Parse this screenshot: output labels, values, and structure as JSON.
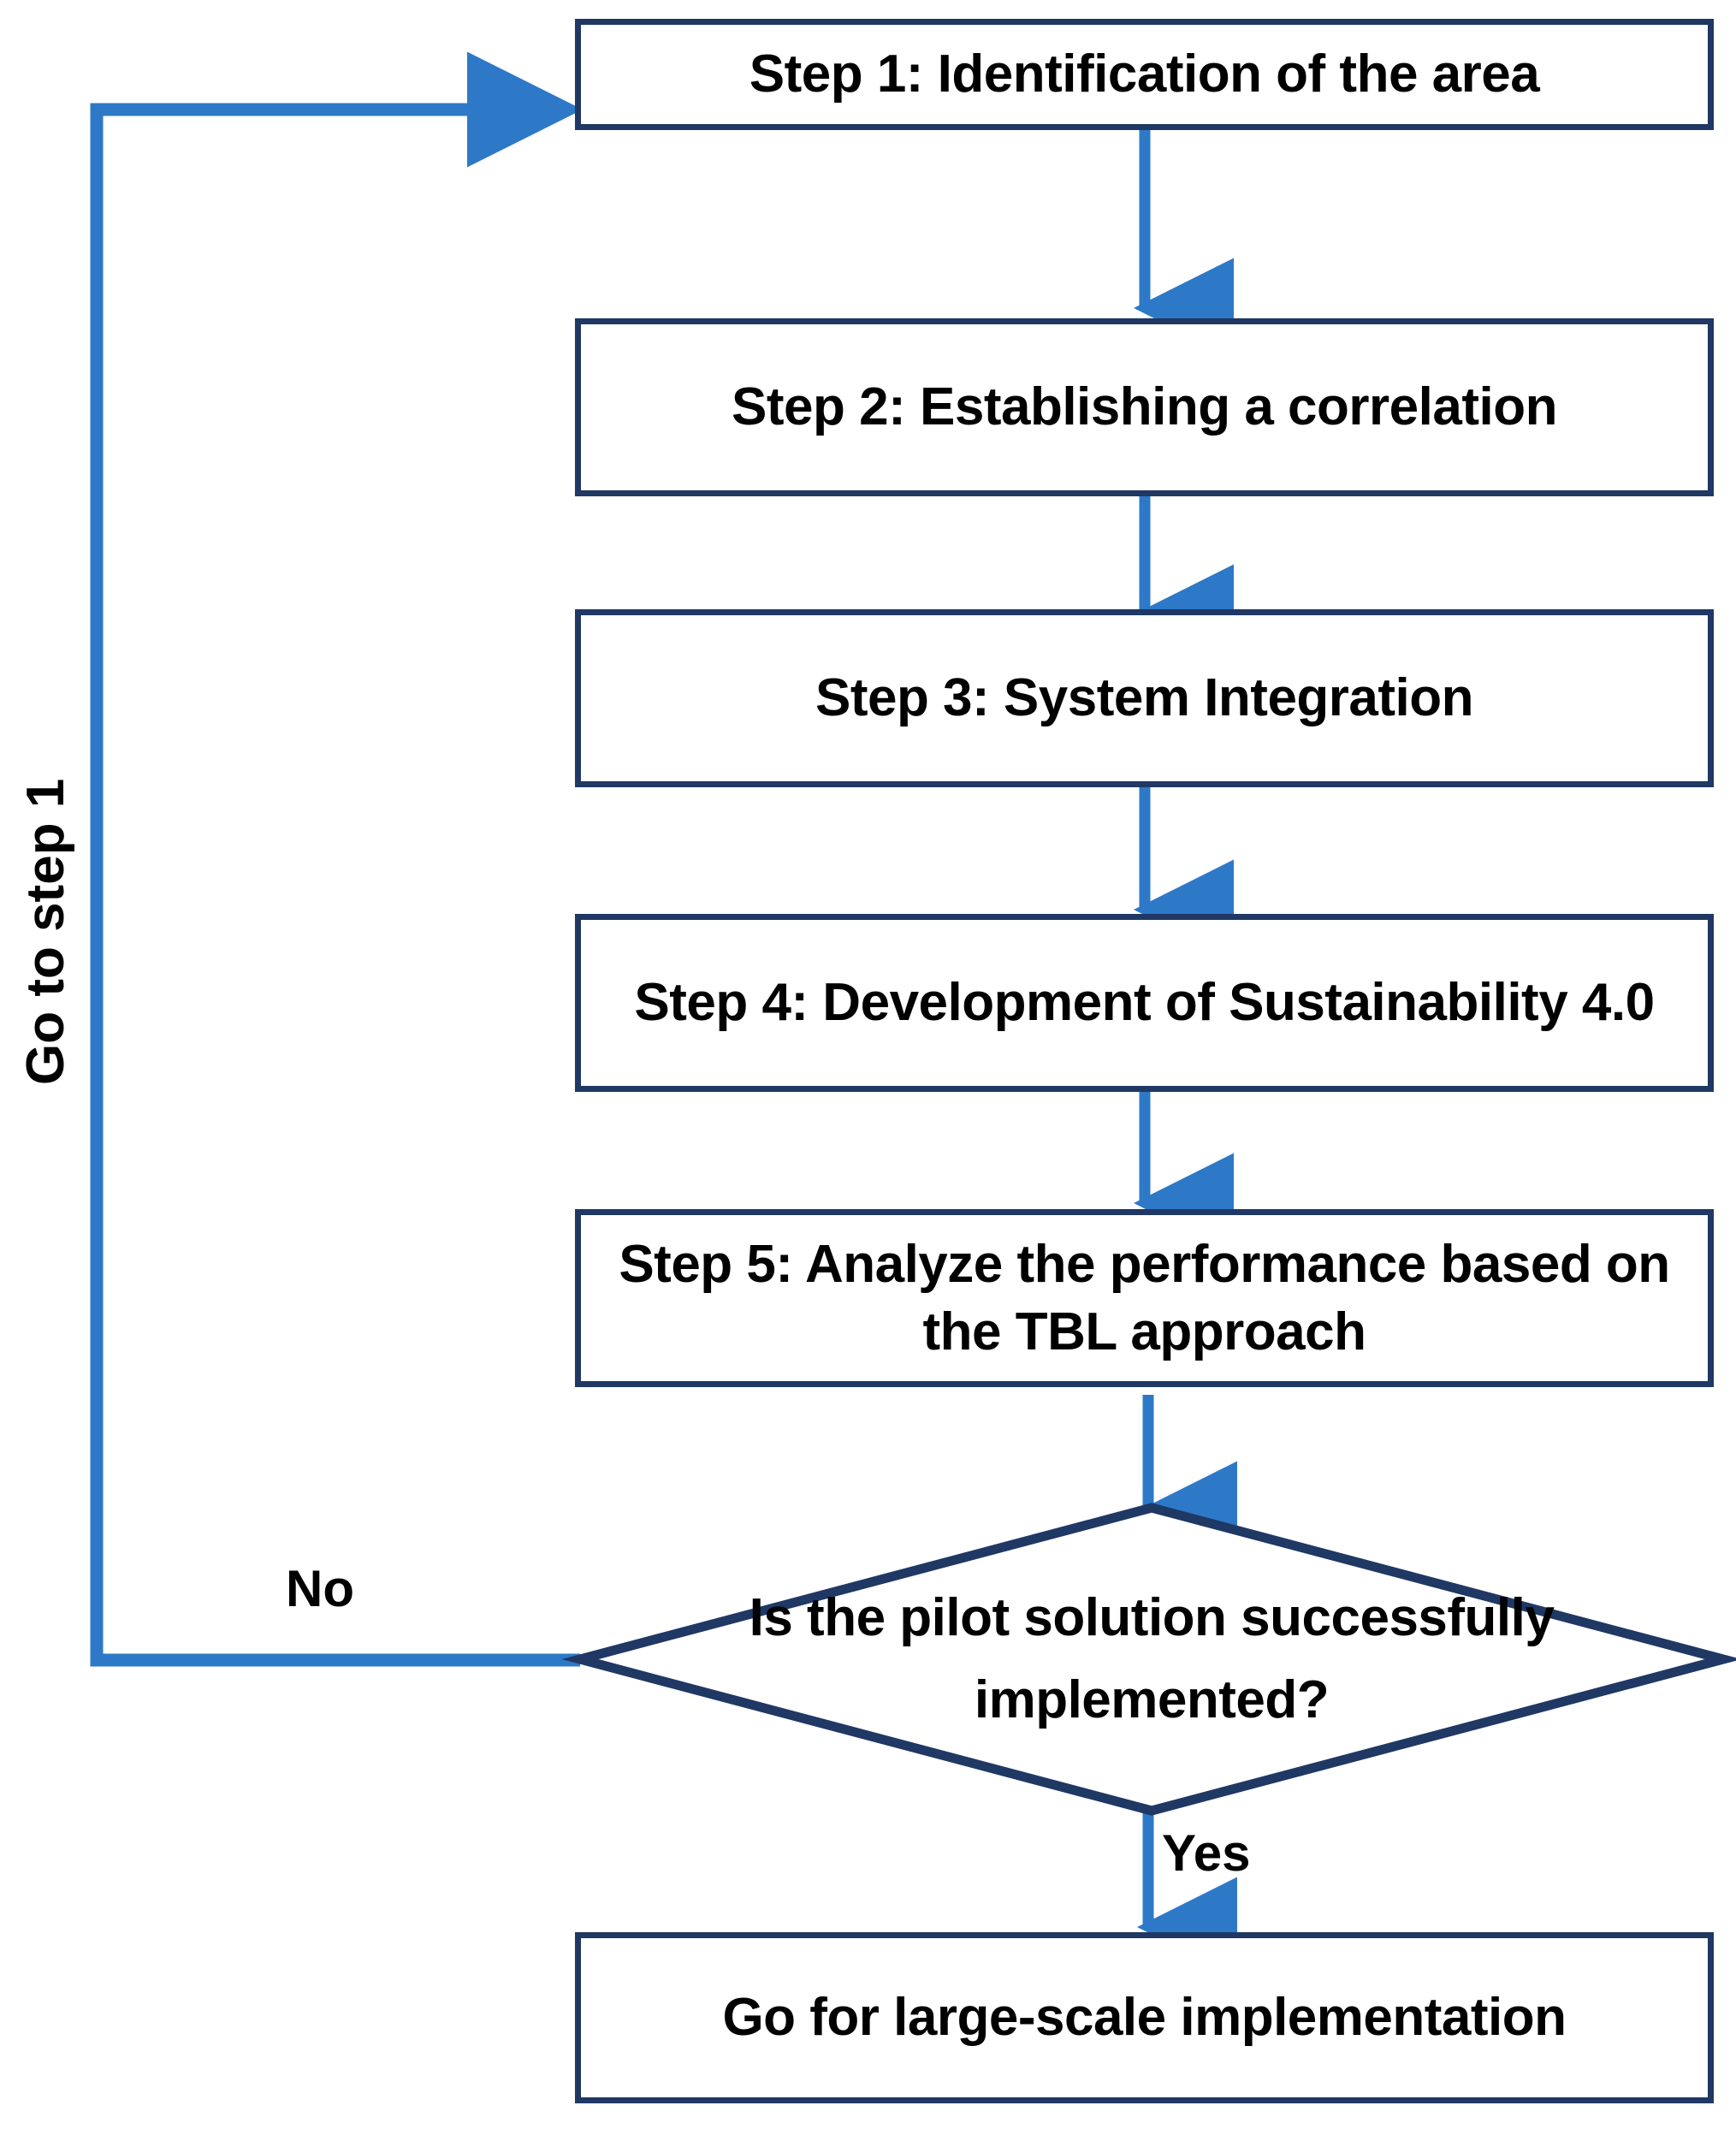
{
  "diagram": {
    "title": "Sustainability 4.0 implementation flowchart",
    "type": "flowchart",
    "colors": {
      "node_border": "#1F3864",
      "arrow": "#2E79C7",
      "text": "#000000",
      "background": "#FFFFFF"
    }
  },
  "nodes": {
    "step1": {
      "label": "Step 1: Identification of the area",
      "shape": "rectangle"
    },
    "step2": {
      "label": "Step 2: Establishing a correlation",
      "shape": "rectangle"
    },
    "step3": {
      "label": "Step 3: System Integration",
      "shape": "rectangle"
    },
    "step4": {
      "label": "Step 4: Development of Sustainability 4.0",
      "shape": "rectangle"
    },
    "step5": {
      "label": "Step 5: Analyze the performance based on the TBL approach",
      "shape": "rectangle"
    },
    "decision": {
      "label": "Is the pilot solution successfully implemented?",
      "shape": "diamond"
    },
    "final": {
      "label": "Go for large-scale implementation",
      "shape": "rectangle"
    }
  },
  "edges": {
    "no_label": "No",
    "yes_label": "Yes",
    "loopback_label": "Go to step 1"
  }
}
